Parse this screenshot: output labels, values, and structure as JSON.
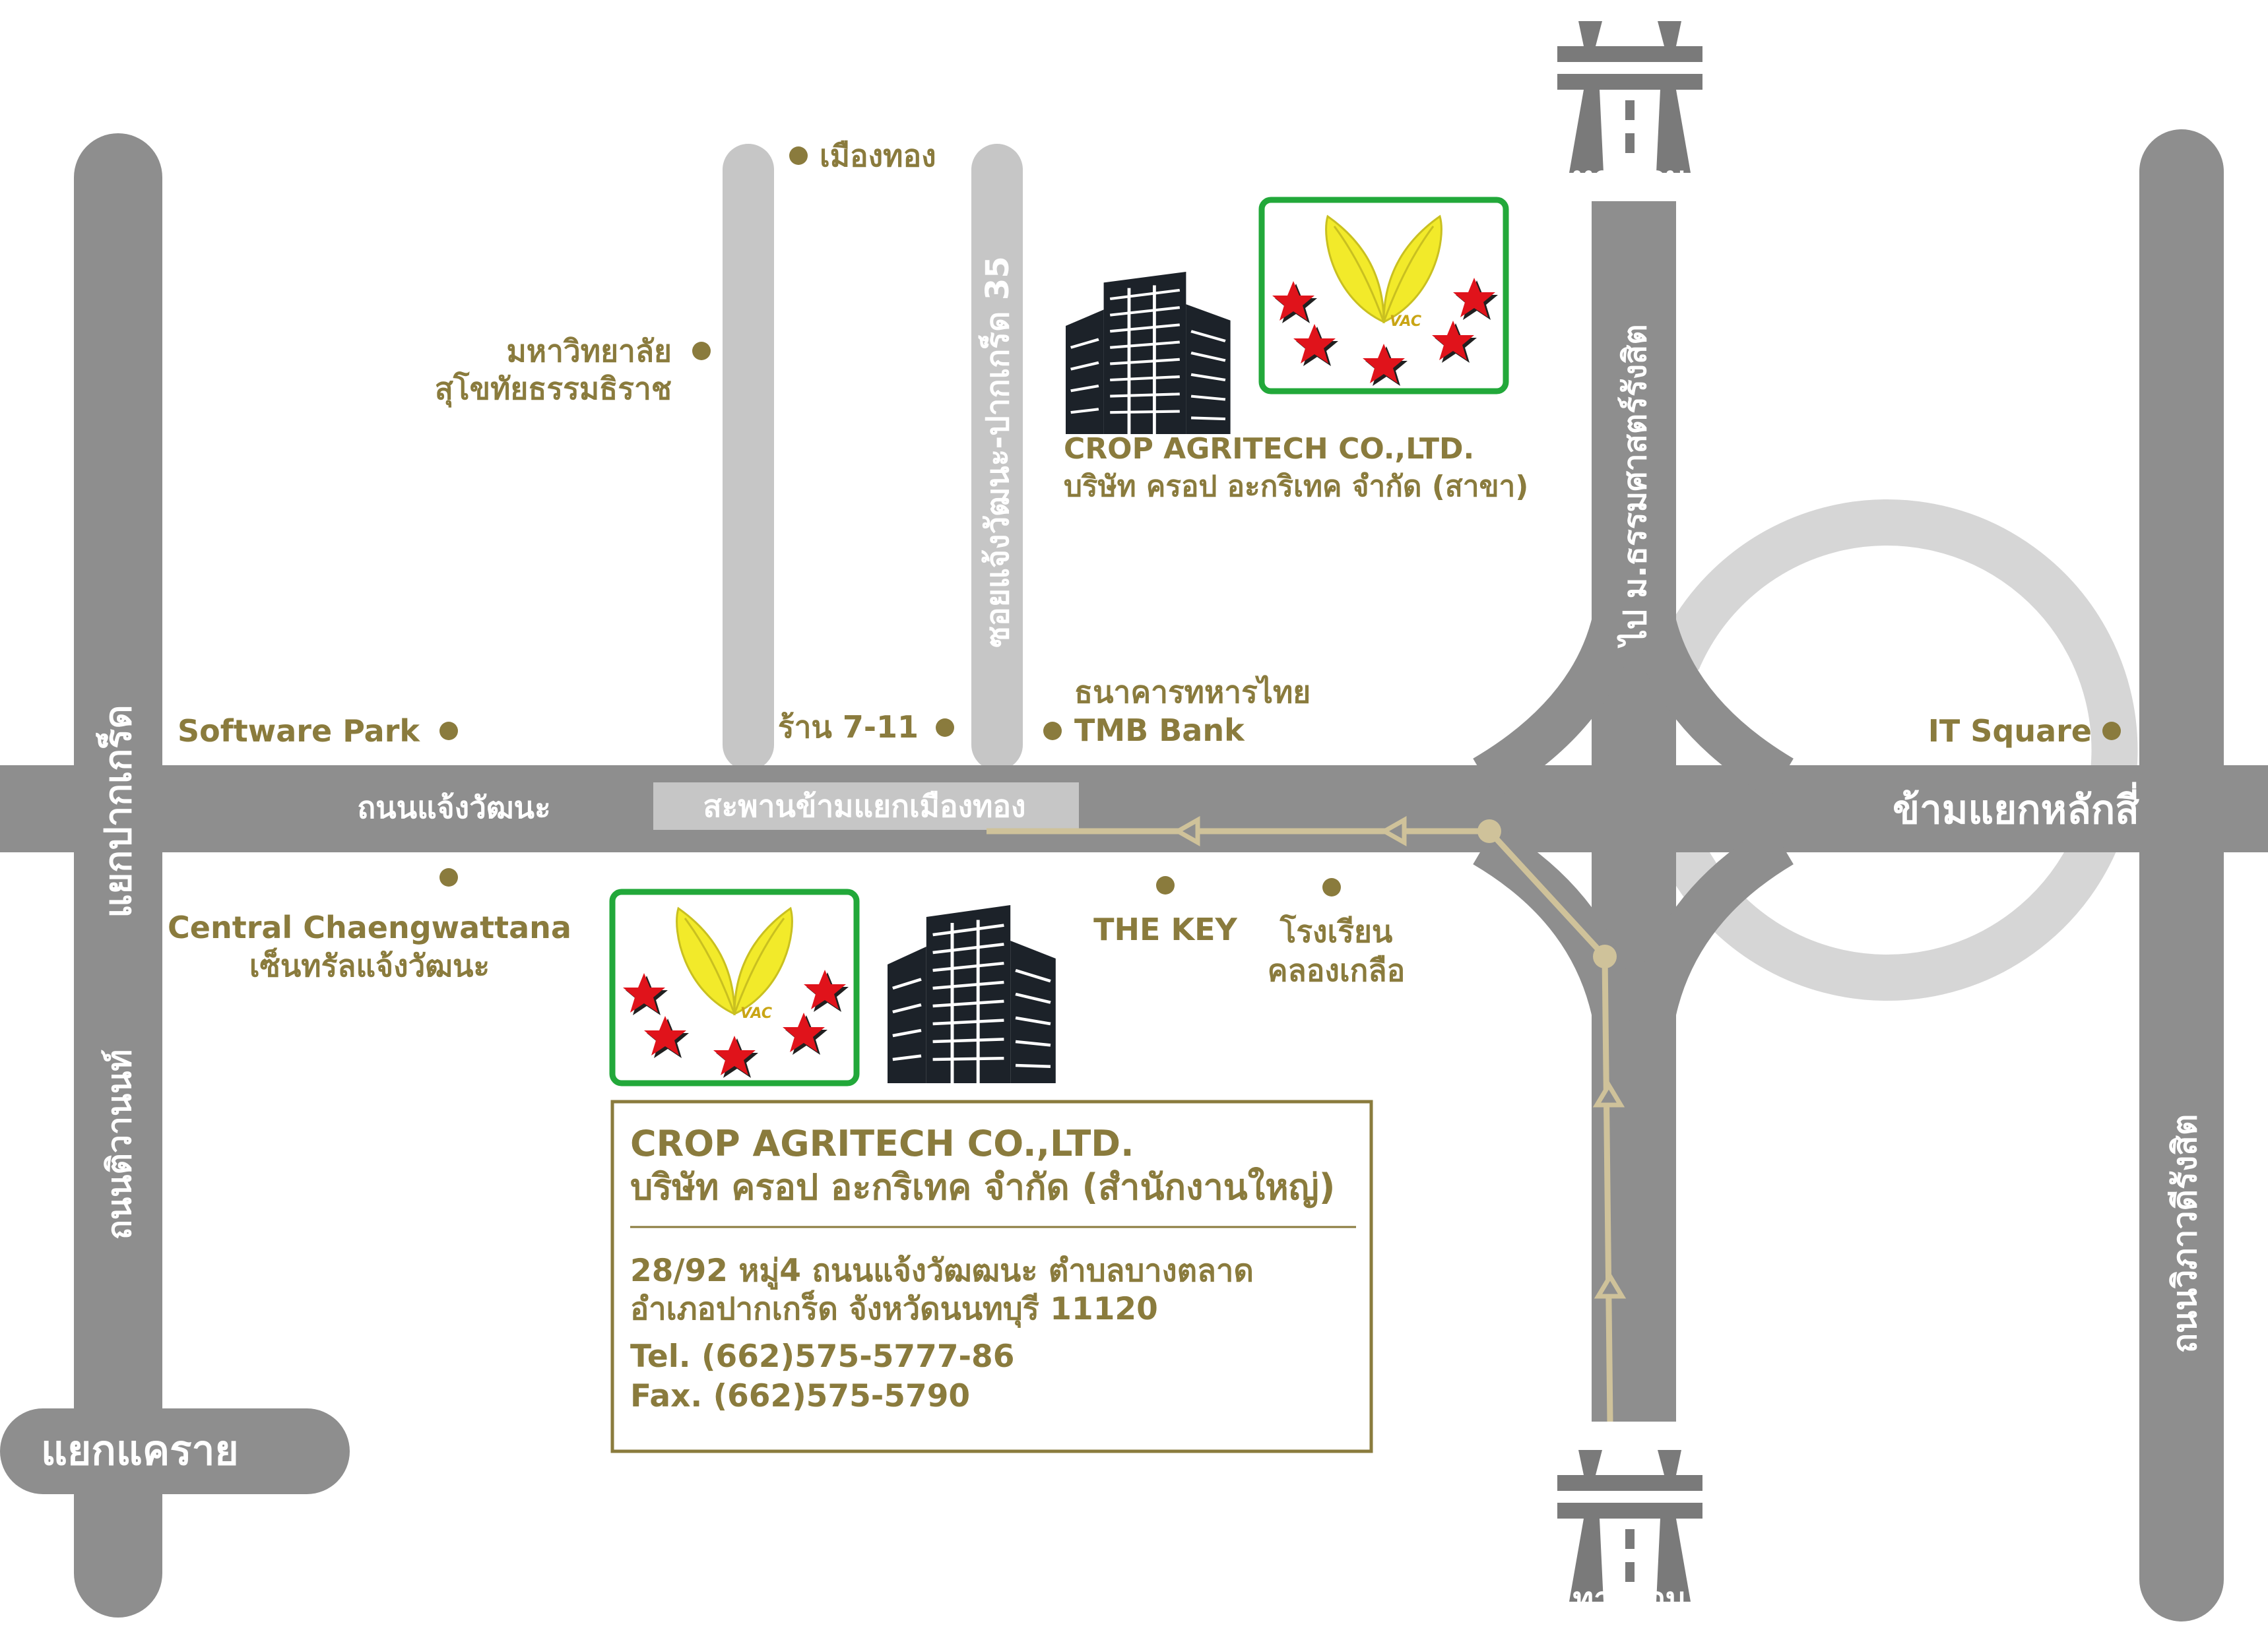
{
  "colors": {
    "road_dark": "#8e8e8e",
    "road_light": "#c6c6c6",
    "ring": "#d6d6d6",
    "route": "#cfc29a",
    "label_gold": "#8a7b3d",
    "logo_border": "#22a83a",
    "leaf": "#f2ea2a",
    "star": "#e0131b",
    "building": "#1c2229",
    "highway_sign": "#7a7a7a"
  },
  "roads": {
    "left_vertical_top": "แยกปากเกร็ด",
    "left_vertical_bottom": "ถนนติวานนท์",
    "left_bottom_stub": "แยกแคราย",
    "main_horizontal": "ถนนแจ้งวัฒนะ",
    "bridge": "สะพานข้ามแยกเมืองทอง",
    "soi": "ซอยแจ้งวัฒนะ-ปากเกร็ด 35",
    "vertical_highway": "ไป ม.ธรรมศาสตร์รังสิต",
    "right_horizontal": "ข้ามแยกหลักสี่",
    "right_vertical": "ถนนวิภาวดีรังสิต"
  },
  "highway_signs": [
    {
      "label": "ทางด่วน",
      "icon": "expressway-icon"
    },
    {
      "label": "ทางด่วน",
      "icon": "expressway-icon"
    }
  ],
  "landmarks": {
    "muang_thong": "เมืองทอง",
    "stou_line1": "มหาวิทยาลัย",
    "stou_line2": "สุโขทัยธรรมธิราช",
    "software_park": "Software Park",
    "seven_eleven": "ร้าน 7-11",
    "tmb_line1": "ธนาคารทหารไทย",
    "tmb_line2": "TMB Bank",
    "it_square": "IT Square",
    "central_line1": "Central Chaengwattana",
    "central_line2": "เซ็นทรัลแจ้งวัฒนะ",
    "the_key": "THE KEY",
    "school_line1": "โรงเรียน",
    "school_line2": "คลองเกลือ"
  },
  "branch": {
    "name_en": "CROP AGRITECH CO.,LTD.",
    "name_th": "บริษัท ครอป อะกริเทค จำกัด (สาขา)",
    "logo_text": "VAC",
    "icons": [
      "leaf-logo-icon",
      "building-icon"
    ]
  },
  "headquarters": {
    "name_en": "CROP AGRITECH CO.,LTD.",
    "name_th": "บริษัท ครอป อะกริเทค จำกัด (สำนักงานใหญ่)",
    "address_line1": "28/92 หมู่4 ถนนแจ้งวัฒฒนะ ตำบลบางตลาด",
    "address_line2": "อำเภอปากเกร็ด จังหวัดนนทบุรี 11120",
    "tel": "Tel.  (662)575-5777-86",
    "fax": "Fax. (662)575-5790",
    "logo_text": "VAC",
    "icons": [
      "leaf-logo-icon",
      "building-icon"
    ]
  }
}
